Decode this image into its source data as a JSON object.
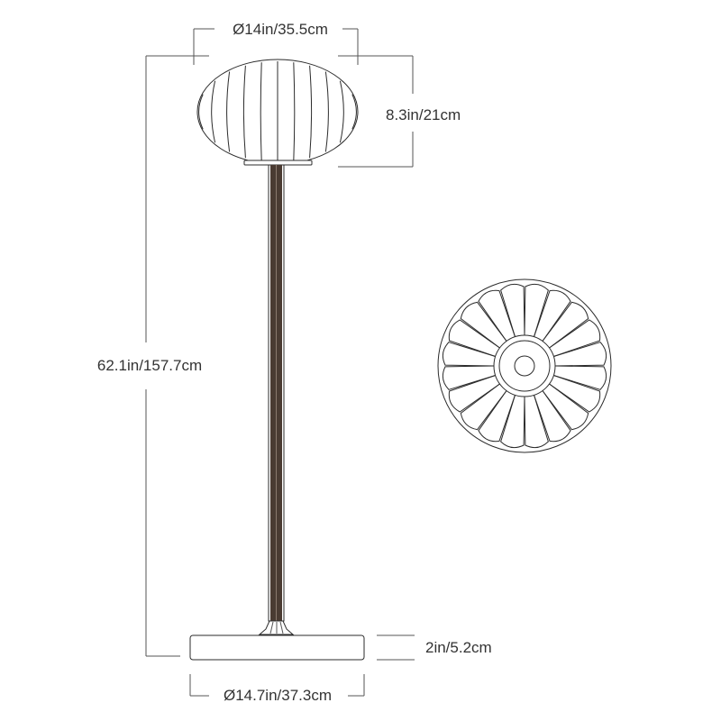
{
  "dimensions": {
    "shade_diameter": "Ø14in/35.5cm",
    "shade_height": "8.3in/21cm",
    "total_height": "62.1in/157.7cm",
    "base_height": "2in/5.2cm",
    "base_diameter": "Ø14.7in/37.3cm"
  },
  "colors": {
    "line": "#555555",
    "stroke": "#2b2b2b",
    "pole": "#4a3b32",
    "text": "#333333"
  },
  "top_view": {
    "petal_count": 20
  }
}
